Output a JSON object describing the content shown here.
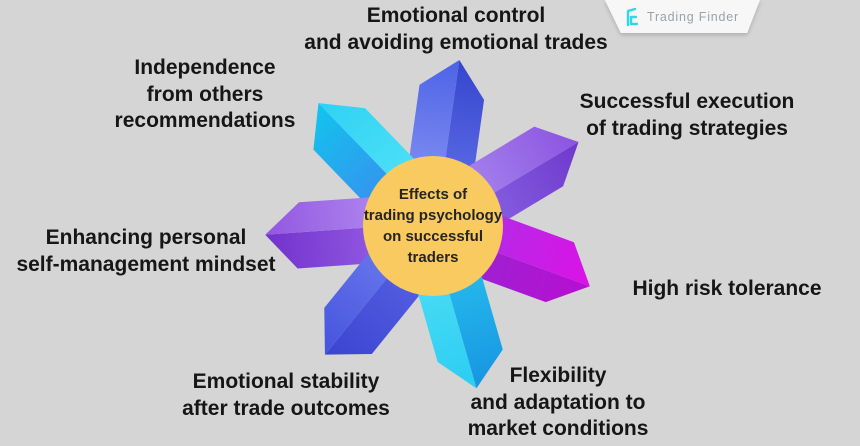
{
  "canvas": {
    "background_color": "#d5d5d5"
  },
  "logo": {
    "name": "Trading Finder",
    "icon": "trading-finder-monogram",
    "icon_color": "#2fd8e6",
    "badge_color": "#f7f7f7",
    "text_color": "#9ba1a6"
  },
  "center": {
    "label": "Effects of\ntrading psychology\non successful\ntraders",
    "circle_color": "#f8ca60",
    "text_color": "#252525"
  },
  "petals": [
    {
      "id": "emotional-control",
      "direction": "top",
      "label": "Emotional control\nand avoiding emotional trades",
      "face_a": {
        "base": "#8893f2",
        "tip": "#4c63e6"
      },
      "face_b": {
        "base": "#6270e8",
        "tip": "#3446ce"
      }
    },
    {
      "id": "independence",
      "direction": "top-left",
      "label": "Independence\nfrom others\nrecommendations",
      "face_a": {
        "base": "#3f86ee",
        "tip": "#12c4ee"
      },
      "face_b": {
        "base": "#55e2f8",
        "tip": "#2ed2f4"
      }
    },
    {
      "id": "successful-execution",
      "direction": "top-right",
      "label": "Successful execution\nof trading strategies",
      "face_a": {
        "base": "#a98cf0",
        "tip": "#8c54e0"
      },
      "face_b": {
        "base": "#8a68e6",
        "tip": "#6f38cc"
      }
    },
    {
      "id": "self-management",
      "direction": "left",
      "label": "Enhancing personal\nself-management mindset",
      "face_a": {
        "base": "#9a62e8",
        "tip": "#7232cc"
      },
      "face_b": {
        "base": "#b48ff2",
        "tip": "#9257e0"
      }
    },
    {
      "id": "high-risk-tolerance",
      "direction": "right",
      "label": "High risk tolerance",
      "face_a": {
        "base": "#ab30e6",
        "tip": "#dc12e6"
      },
      "face_b": {
        "base": "#9726d2",
        "tip": "#b80ed2"
      }
    },
    {
      "id": "emotional-stability",
      "direction": "bottom-left",
      "label": "Emotional stability\nafter trade outcomes",
      "face_a": {
        "base": "#5a64e6",
        "tip": "#3a44d0"
      },
      "face_b": {
        "base": "#707eee",
        "tip": "#4553de"
      }
    },
    {
      "id": "flexibility",
      "direction": "bottom",
      "label": "Flexibility\nand adaptation to\nmarket conditions",
      "face_a": {
        "base": "#28c2ee",
        "tip": "#1795e2"
      },
      "face_b": {
        "base": "#4fdef6",
        "tip": "#2bcdf2"
      }
    }
  ]
}
